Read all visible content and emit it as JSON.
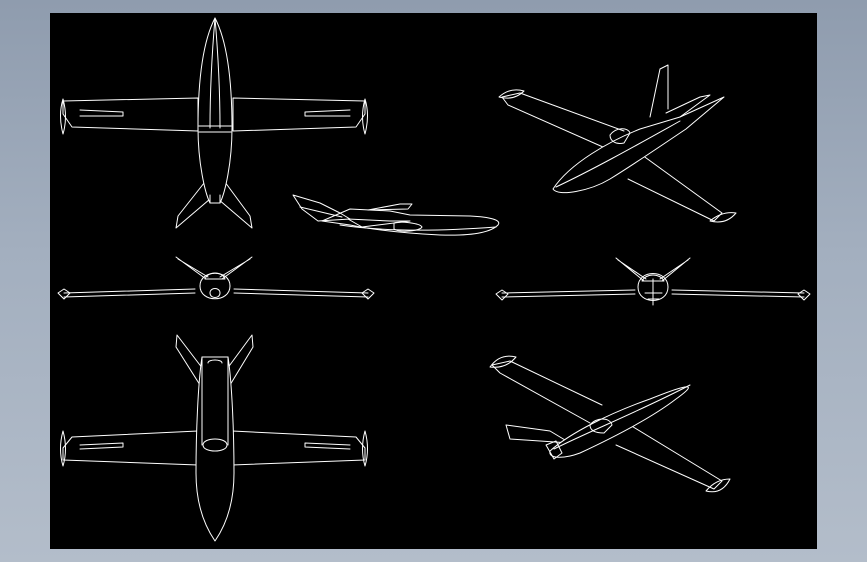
{
  "app": {
    "background_color": "#9aa6b6",
    "canvas_color": "#000000",
    "line_color": "#ffffff"
  },
  "views": [
    {
      "name": "top-view",
      "icon": "aircraft-top-icon"
    },
    {
      "name": "side-view",
      "icon": "aircraft-side-icon"
    },
    {
      "name": "iso-view-upper",
      "icon": "aircraft-iso-icon"
    },
    {
      "name": "front-view-left",
      "icon": "aircraft-front-icon"
    },
    {
      "name": "front-view-right",
      "icon": "aircraft-front-icon"
    },
    {
      "name": "bottom-view",
      "icon": "aircraft-bottom-icon"
    },
    {
      "name": "iso-view-lower",
      "icon": "aircraft-iso-icon"
    }
  ]
}
